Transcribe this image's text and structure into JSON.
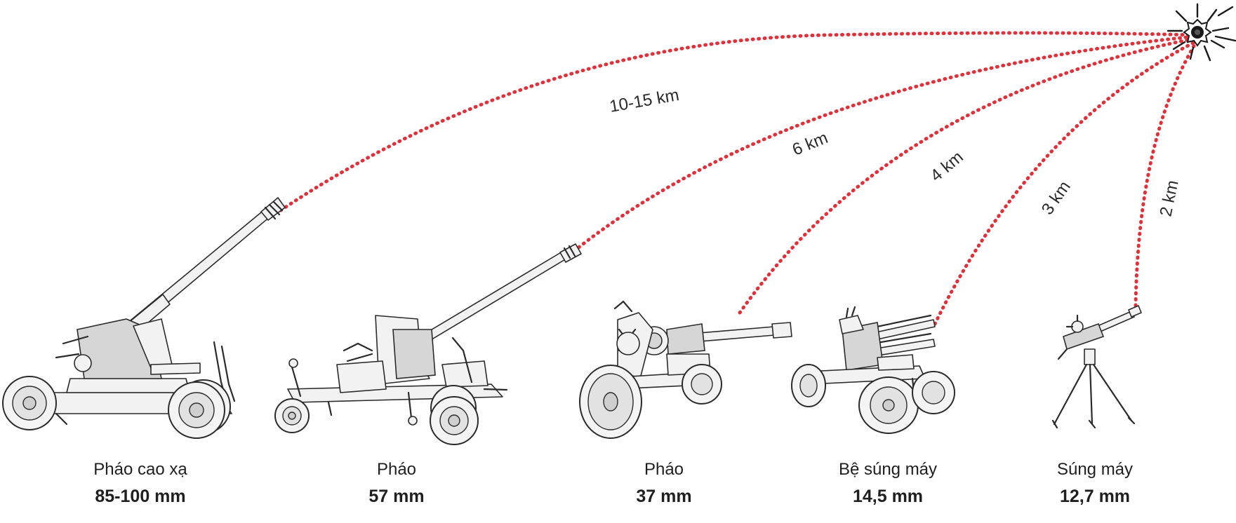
{
  "target": {
    "icon": "burst-icon"
  },
  "colors": {
    "trajectory": "#e0303a",
    "outline": "#2b2b2b",
    "body": "#f2f2f2",
    "text": "#1f1f1f"
  },
  "weapons": [
    {
      "id": "aa85",
      "name": "Pháo cao xạ",
      "caliber": "85-100 mm",
      "range": "10-15 km"
    },
    {
      "id": "aa57",
      "name": "Pháo",
      "caliber": "57 mm",
      "range": "6 km"
    },
    {
      "id": "aa37",
      "name": "Pháo",
      "caliber": "37 mm",
      "range": "4 km"
    },
    {
      "id": "hmg145",
      "name": "Bệ súng máy",
      "caliber": "14,5 mm",
      "range": "3 km"
    },
    {
      "id": "hmg127",
      "name": "Súng máy",
      "caliber": "12,7 mm",
      "range": "2 km"
    }
  ]
}
